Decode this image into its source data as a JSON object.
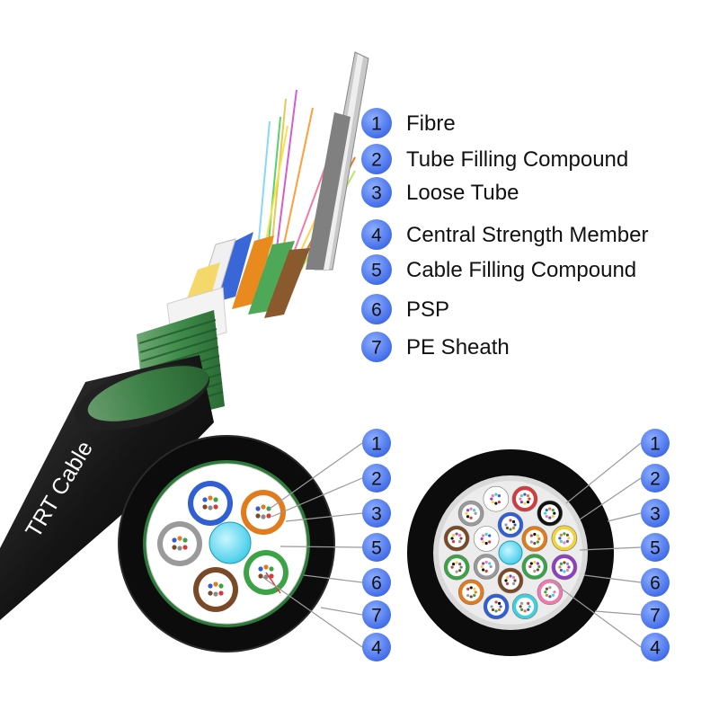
{
  "cable_label": "TRT Cable",
  "legend": [
    {
      "num": "1",
      "label": "Fibre"
    },
    {
      "num": "2",
      "label": "Tube Filling Compound"
    },
    {
      "num": "3",
      "label": "Loose Tube"
    },
    {
      "num": "4",
      "label": "Central Strength Member"
    },
    {
      "num": "5",
      "label": "Cable Filling Compound"
    },
    {
      "num": "6",
      "label": "PSP"
    },
    {
      "num": "7",
      "label": "PE Sheath"
    }
  ],
  "left_section_callouts": [
    "1",
    "2",
    "3",
    "5",
    "6",
    "7",
    "4"
  ],
  "right_section_callouts": [
    "1",
    "2",
    "3",
    "5",
    "6",
    "7",
    "4"
  ],
  "colors": {
    "badge": "#4f7cf0",
    "sheath": "#111111",
    "armor": "#3f8a4a",
    "strength_member": "#4fd8ee",
    "filling": "#ffffff"
  }
}
